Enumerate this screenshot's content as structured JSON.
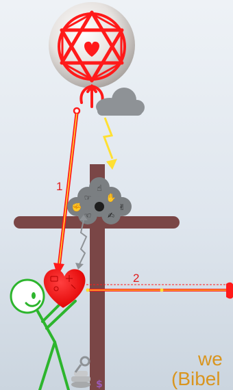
{
  "labels": {
    "arrow_1": "1",
    "arrow_2": "2"
  },
  "caption": {
    "line1": "we",
    "line2": "(Bibel"
  },
  "colors": {
    "red": "#ff1a1a",
    "dark_red": "#c40000",
    "yellow": "#ffe033",
    "cross": "#7a4646",
    "stickman": "#2db52d",
    "caption": "#d9951f",
    "cloud": "#8e9296"
  },
  "icons": [
    "orb-icon",
    "hexagram-icon",
    "heart-icon",
    "cloud-icon",
    "lightning-icon",
    "hands-cluster-icon",
    "cross-icon",
    "stickman-icon",
    "money-keys-icon"
  ]
}
